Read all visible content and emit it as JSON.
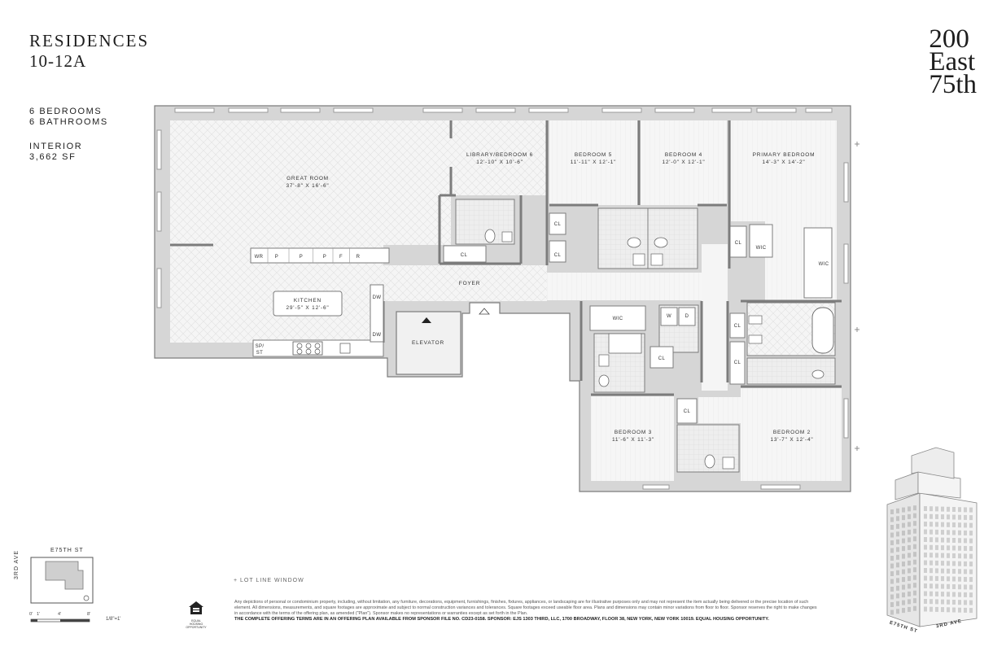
{
  "header": {
    "title_line1": "RESIDENCES",
    "title_line2": "10-12A",
    "bedrooms": "6 BEDROOMS",
    "bathrooms": "6 BATHROOMS",
    "interior_label": "INTERIOR",
    "interior_sf": "3,662 SF"
  },
  "brand": {
    "line1": "200",
    "line2": "East",
    "line3": "75th"
  },
  "rooms": {
    "great_room": {
      "name": "GREAT ROOM",
      "dims": "37'-8\" X 16'-6\""
    },
    "library": {
      "name": "LIBRARY/BEDROOM 6",
      "dims": "12'-10\" X 10'-6\""
    },
    "bedroom5": {
      "name": "BEDROOM 5",
      "dims": "11'-11\" X 12'-1\""
    },
    "bedroom4": {
      "name": "BEDROOM 4",
      "dims": "12'-0\" X 12'-1\""
    },
    "primary": {
      "name": "PRIMARY BEDROOM",
      "dims": "14'-3\" X 14'-2\""
    },
    "kitchen": {
      "name": "KITCHEN",
      "dims": "29'-5\" X 12'-6\""
    },
    "foyer": {
      "name": "FOYER"
    },
    "elevator": {
      "name": "ELEVATOR"
    },
    "bedroom3": {
      "name": "BEDROOM 3",
      "dims": "11'-6\" X 11'-3\""
    },
    "bedroom2": {
      "name": "BEDROOM 2",
      "dims": "13'-7\" X 12'-4\""
    }
  },
  "fixtures": {
    "cl": "CL",
    "wic": "WIC",
    "dw": "DW",
    "w": "W",
    "d": "D",
    "sp": "SP/",
    "st": "ST",
    "counter": [
      "WR",
      "P",
      "P",
      "P",
      "F",
      "R"
    ]
  },
  "lot_line": "+ LOT LINE WINDOW",
  "key_plan": {
    "street": "E75TH ST",
    "avenue": "3RD AVE",
    "scale_ticks": [
      "0'",
      "1'",
      "4'",
      "8'"
    ],
    "scale_note": "1/8\"=1'"
  },
  "eho_text": "EQUAL HOUSING OPPORTUNITY",
  "disclaimer": "Any depictions of personal or condominium property, including, without limitation, any furniture, decorations, equipment, furnishings, finishes, fixtures, appliances, or landscaping are for illustrative purposes only and may not represent the item actually being delivered or the precise location of such element. All dimensions, measurements, and square footages are approximate and subject to normal construction variances and tolerances. Square footages exceed useable floor area. Plans and dimensions may contain minor variations from floor to floor. Sponsor reserves the right to make changes in accordance with the terms of the offering plan, as amended (\"Plan\"). Sponsor makes no representations or warranties except as set forth in the Plan.",
  "offering": "THE COMPLETE OFFERING TERMS ARE IN AN OFFERING PLAN AVAILABLE FROM SPONSOR FILE NO. CD23-0158. SPONSOR: EJS 1303 THIRD, LLC, 1700 BROADWAY, FLOOR 38, NEW YORK, NEW YORK 10019. EQUAL HOUSING OPPORTUNITY.",
  "building_labels": {
    "street": "E75TH ST",
    "avenue": "3RD AVE"
  },
  "colors": {
    "wall": "#8a8a8a",
    "wall_fill": "#d4d4d4",
    "floor": "#f3f3f3",
    "bath": "#e8e8e8"
  }
}
